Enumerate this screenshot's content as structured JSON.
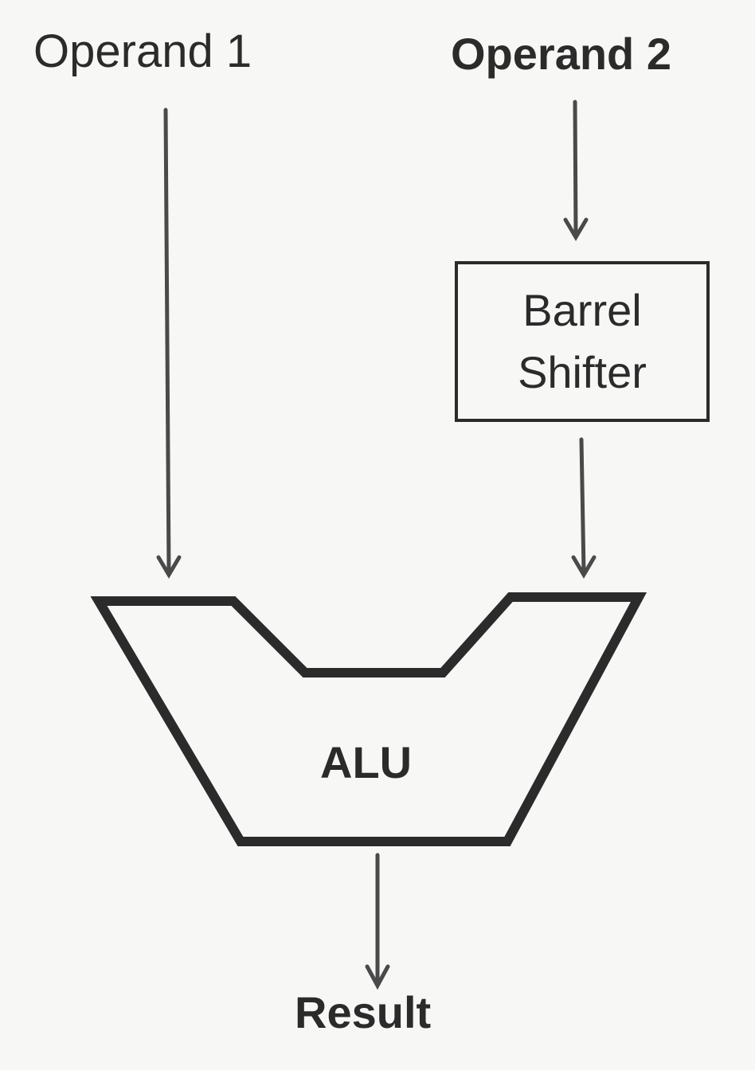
{
  "inputs": {
    "operand1": "Operand 1",
    "operand2": "Operand 2"
  },
  "barrel_shifter": {
    "line1": "Barrel",
    "line2": "Shifter"
  },
  "alu": {
    "label": "ALU"
  },
  "output": {
    "label": "Result"
  },
  "colors": {
    "ink": "#2b2b2b",
    "paper": "#f7f7f5"
  }
}
